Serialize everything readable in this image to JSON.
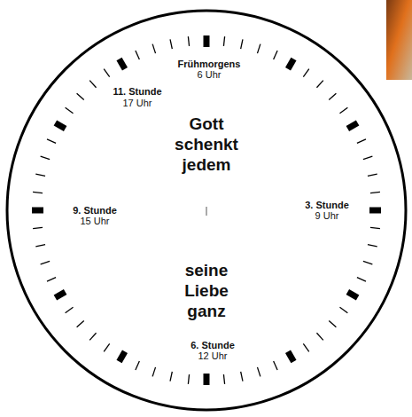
{
  "diagram": {
    "nodes": [
      {
        "text": [
          "Gott schenkt jedem",
          "seine Liebe ganz"
        ]
      }
    ],
    "labels": [
      "Frühmorgens",
      "6 Uhr",
      "11. Stunde",
      "17 Uhr",
      "3. Stunde",
      "9 Uhr",
      "9. Stunde",
      "15 Uhr",
      "6. Stunde",
      "12 Uhr"
    ]
  }
}
